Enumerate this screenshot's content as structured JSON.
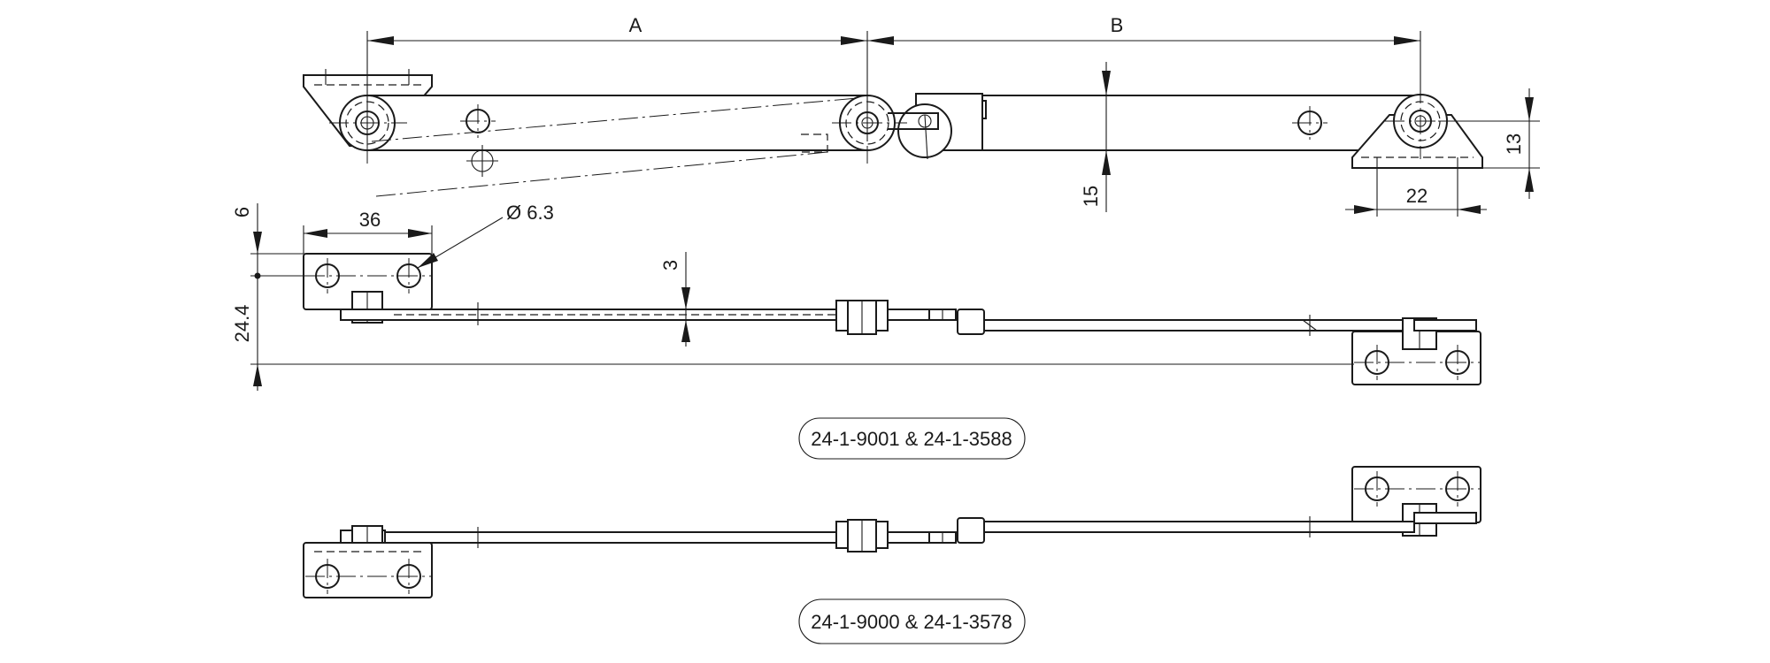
{
  "dimensions": {
    "a": "A",
    "b": "B",
    "d15": "15",
    "d13": "13",
    "d22": "22",
    "d6": "6",
    "d36": "36",
    "diameter": "Ø 6.3",
    "d3": "3",
    "d24_4": "24.4"
  },
  "labels": {
    "variant_upper": "24-1-9001 & 24-1-3588",
    "variant_lower": "24-1-9000 & 24-1-3578"
  }
}
